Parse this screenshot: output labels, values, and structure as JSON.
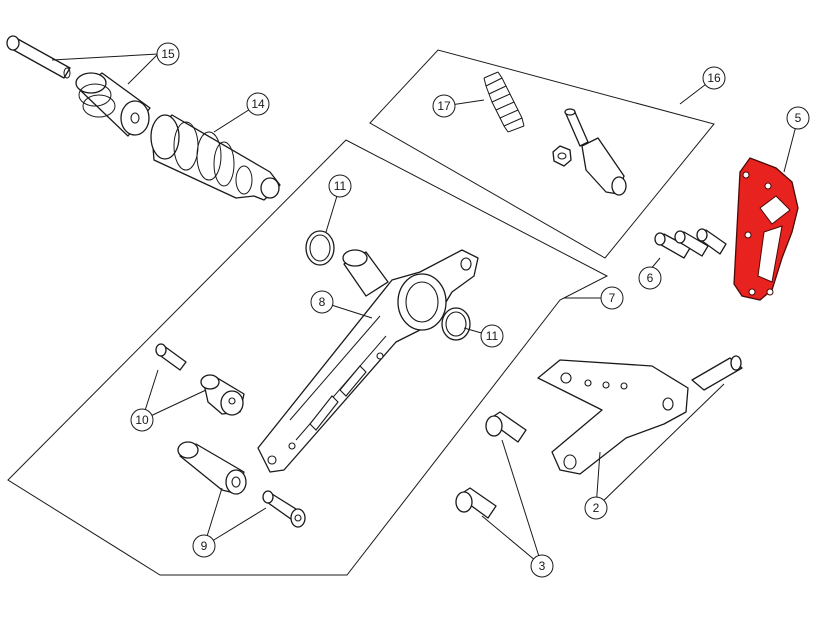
{
  "callouts": [
    {
      "id": "c15",
      "label": "15"
    },
    {
      "id": "c14",
      "label": "14"
    },
    {
      "id": "c16",
      "label": "16"
    },
    {
      "id": "c17",
      "label": "17"
    },
    {
      "id": "c5",
      "label": "5"
    },
    {
      "id": "c11a",
      "label": "11"
    },
    {
      "id": "c6",
      "label": "6"
    },
    {
      "id": "c7",
      "label": "7"
    },
    {
      "id": "c8",
      "label": "8"
    },
    {
      "id": "c11b",
      "label": "11"
    },
    {
      "id": "c10",
      "label": "10"
    },
    {
      "id": "c2",
      "label": "2"
    },
    {
      "id": "c9",
      "label": "9"
    },
    {
      "id": "c3",
      "label": "3"
    }
  ],
  "colors": {
    "highlight": "#e8221e",
    "line": "#1a1a1a",
    "background": "#ffffff"
  }
}
